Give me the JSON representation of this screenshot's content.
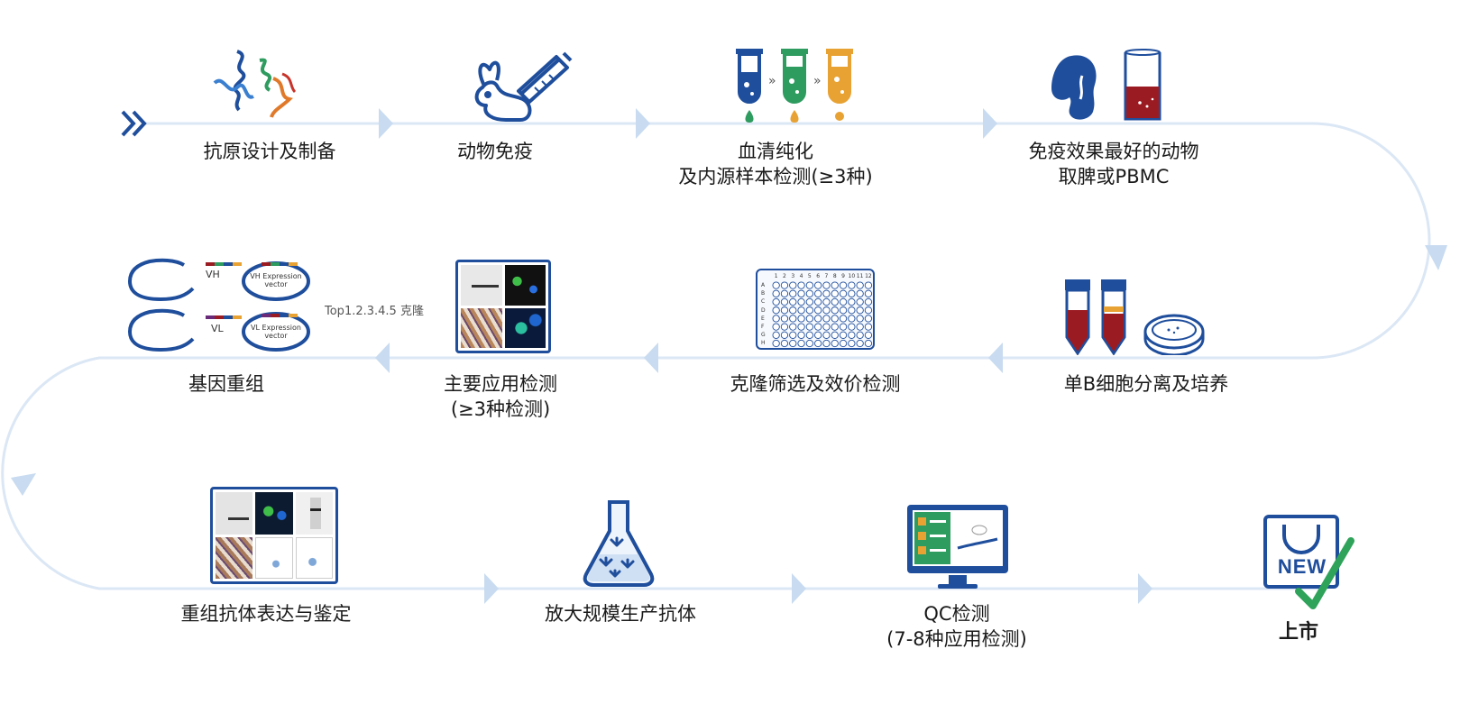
{
  "steps": [
    {
      "label": "抗原设计及制备",
      "icon": "antigen-protein-icon"
    },
    {
      "label": "动物免疫",
      "icon": "rabbit-syringe-icon"
    },
    {
      "label": "血清纯化\n及内源样本检测(≥3种)",
      "icon": "test-tubes-icon"
    },
    {
      "label": "免疫效果最好的动物\n取脾或PBMC",
      "icon": "spleen-beaker-icon"
    },
    {
      "label": "单B细胞分离及培养",
      "icon": "tubes-petri-dish-icon"
    },
    {
      "label": "克隆筛选及效价检测",
      "icon": "96-well-plate-icon"
    },
    {
      "label": "主要应用检测\n(≥3种检测)",
      "icon": "assay-images-icon"
    },
    {
      "label": "基因重组",
      "icon": "plasmid-vector-icon"
    },
    {
      "label": "重组抗体表达与鉴定",
      "icon": "validation-images-icon"
    },
    {
      "label": "放大规模生产抗体",
      "icon": "flask-antibody-icon"
    },
    {
      "label": "QC检测\n(7-8种应用检测)",
      "icon": "monitor-report-icon"
    },
    {
      "label": "上市",
      "icon": "new-bag-check-icon"
    }
  ],
  "gene_recombination": {
    "vh": "VH",
    "vl": "VL",
    "vh_vector": "VH Expression\nvector",
    "vl_vector": "VL Expression\nvector",
    "note": "Top1.2.3.4.5 克隆"
  },
  "plate": {
    "cols": [
      "1",
      "2",
      "3",
      "4",
      "5",
      "6",
      "7",
      "8",
      "9",
      "10",
      "11",
      "12"
    ],
    "rows": [
      "A",
      "B",
      "C",
      "D",
      "E",
      "F",
      "G",
      "H"
    ]
  },
  "bag_text": "NEW",
  "colors": {
    "blue": "#1f4e9c",
    "green": "#2e9b5f",
    "orange": "#e8a233",
    "red": "#9b1b22",
    "path": "#dbe7f5",
    "check": "#2fa35a"
  }
}
